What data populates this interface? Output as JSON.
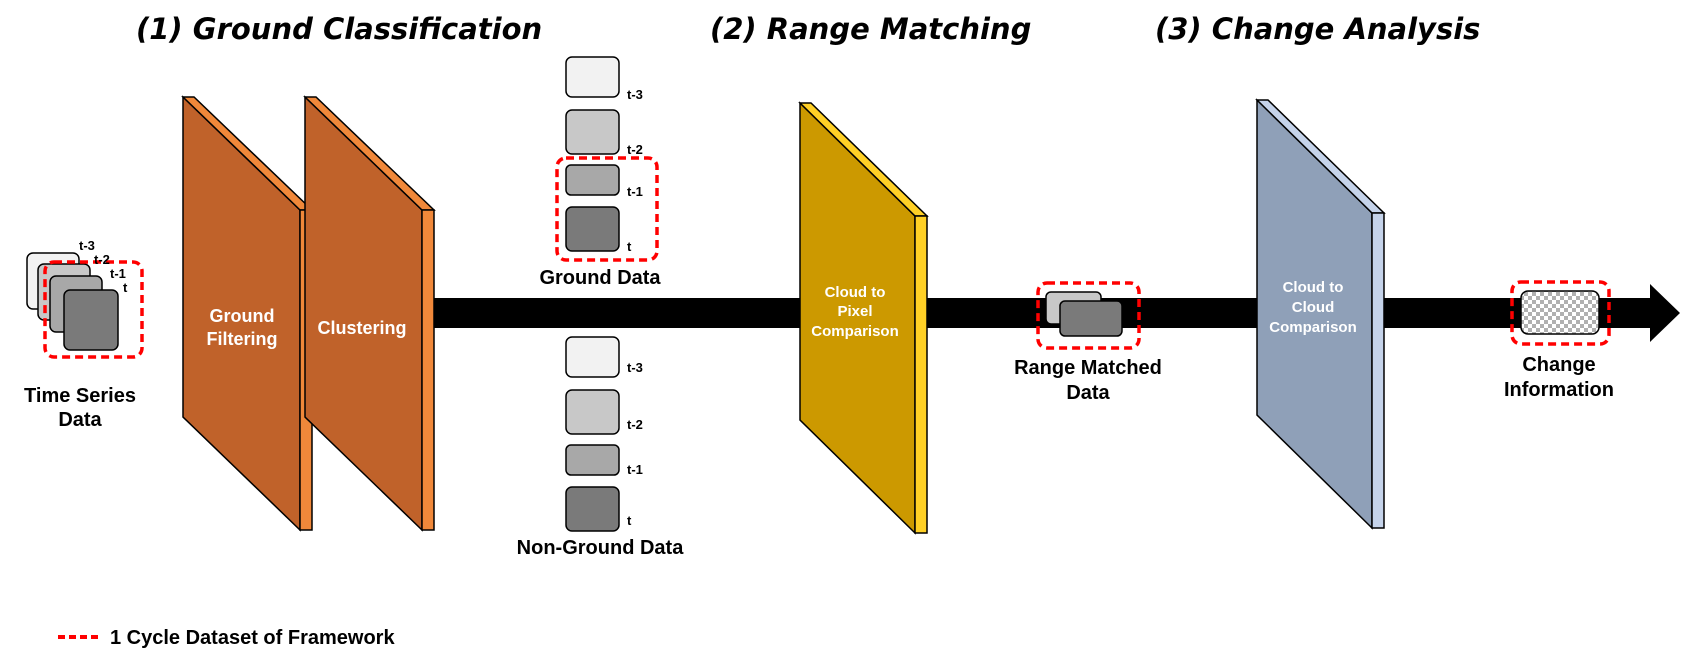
{
  "titles": {
    "step1": "(1) Ground Classification",
    "step2": "(2) Range Matching",
    "step3": "(3) Change Analysis"
  },
  "input": {
    "label_line1": "Time Series",
    "label_line2": "Data",
    "layers": [
      "t-3",
      "t-2",
      "t-1",
      "t"
    ]
  },
  "stage1": {
    "panel1_line1": "Ground",
    "panel1_line2": "Filtering",
    "panel2": "Clustering"
  },
  "ground": {
    "label": "Ground Data",
    "layers": [
      "t-3",
      "t-2",
      "t-1",
      "t"
    ]
  },
  "nonground": {
    "label": "Non-Ground Data",
    "layers": [
      "t-3",
      "t-2",
      "t-1",
      "t"
    ]
  },
  "stage2": {
    "line1": "Cloud to",
    "line2": "Pixel",
    "line3": "Comparison"
  },
  "matched": {
    "line1": "Range Matched",
    "line2": "Data"
  },
  "stage3": {
    "line1": "Cloud to",
    "line2": "Cloud",
    "line3": "Comparison"
  },
  "output": {
    "line1": "Change",
    "line2": "Information"
  },
  "legend": {
    "label": "1 Cycle Dataset of Framework"
  },
  "colors": {
    "stage1": "#c0622a",
    "stage2": "#cc9900",
    "stage3": "#8fa0b8",
    "highlight": "#ff0000",
    "arrow": "#000000"
  }
}
